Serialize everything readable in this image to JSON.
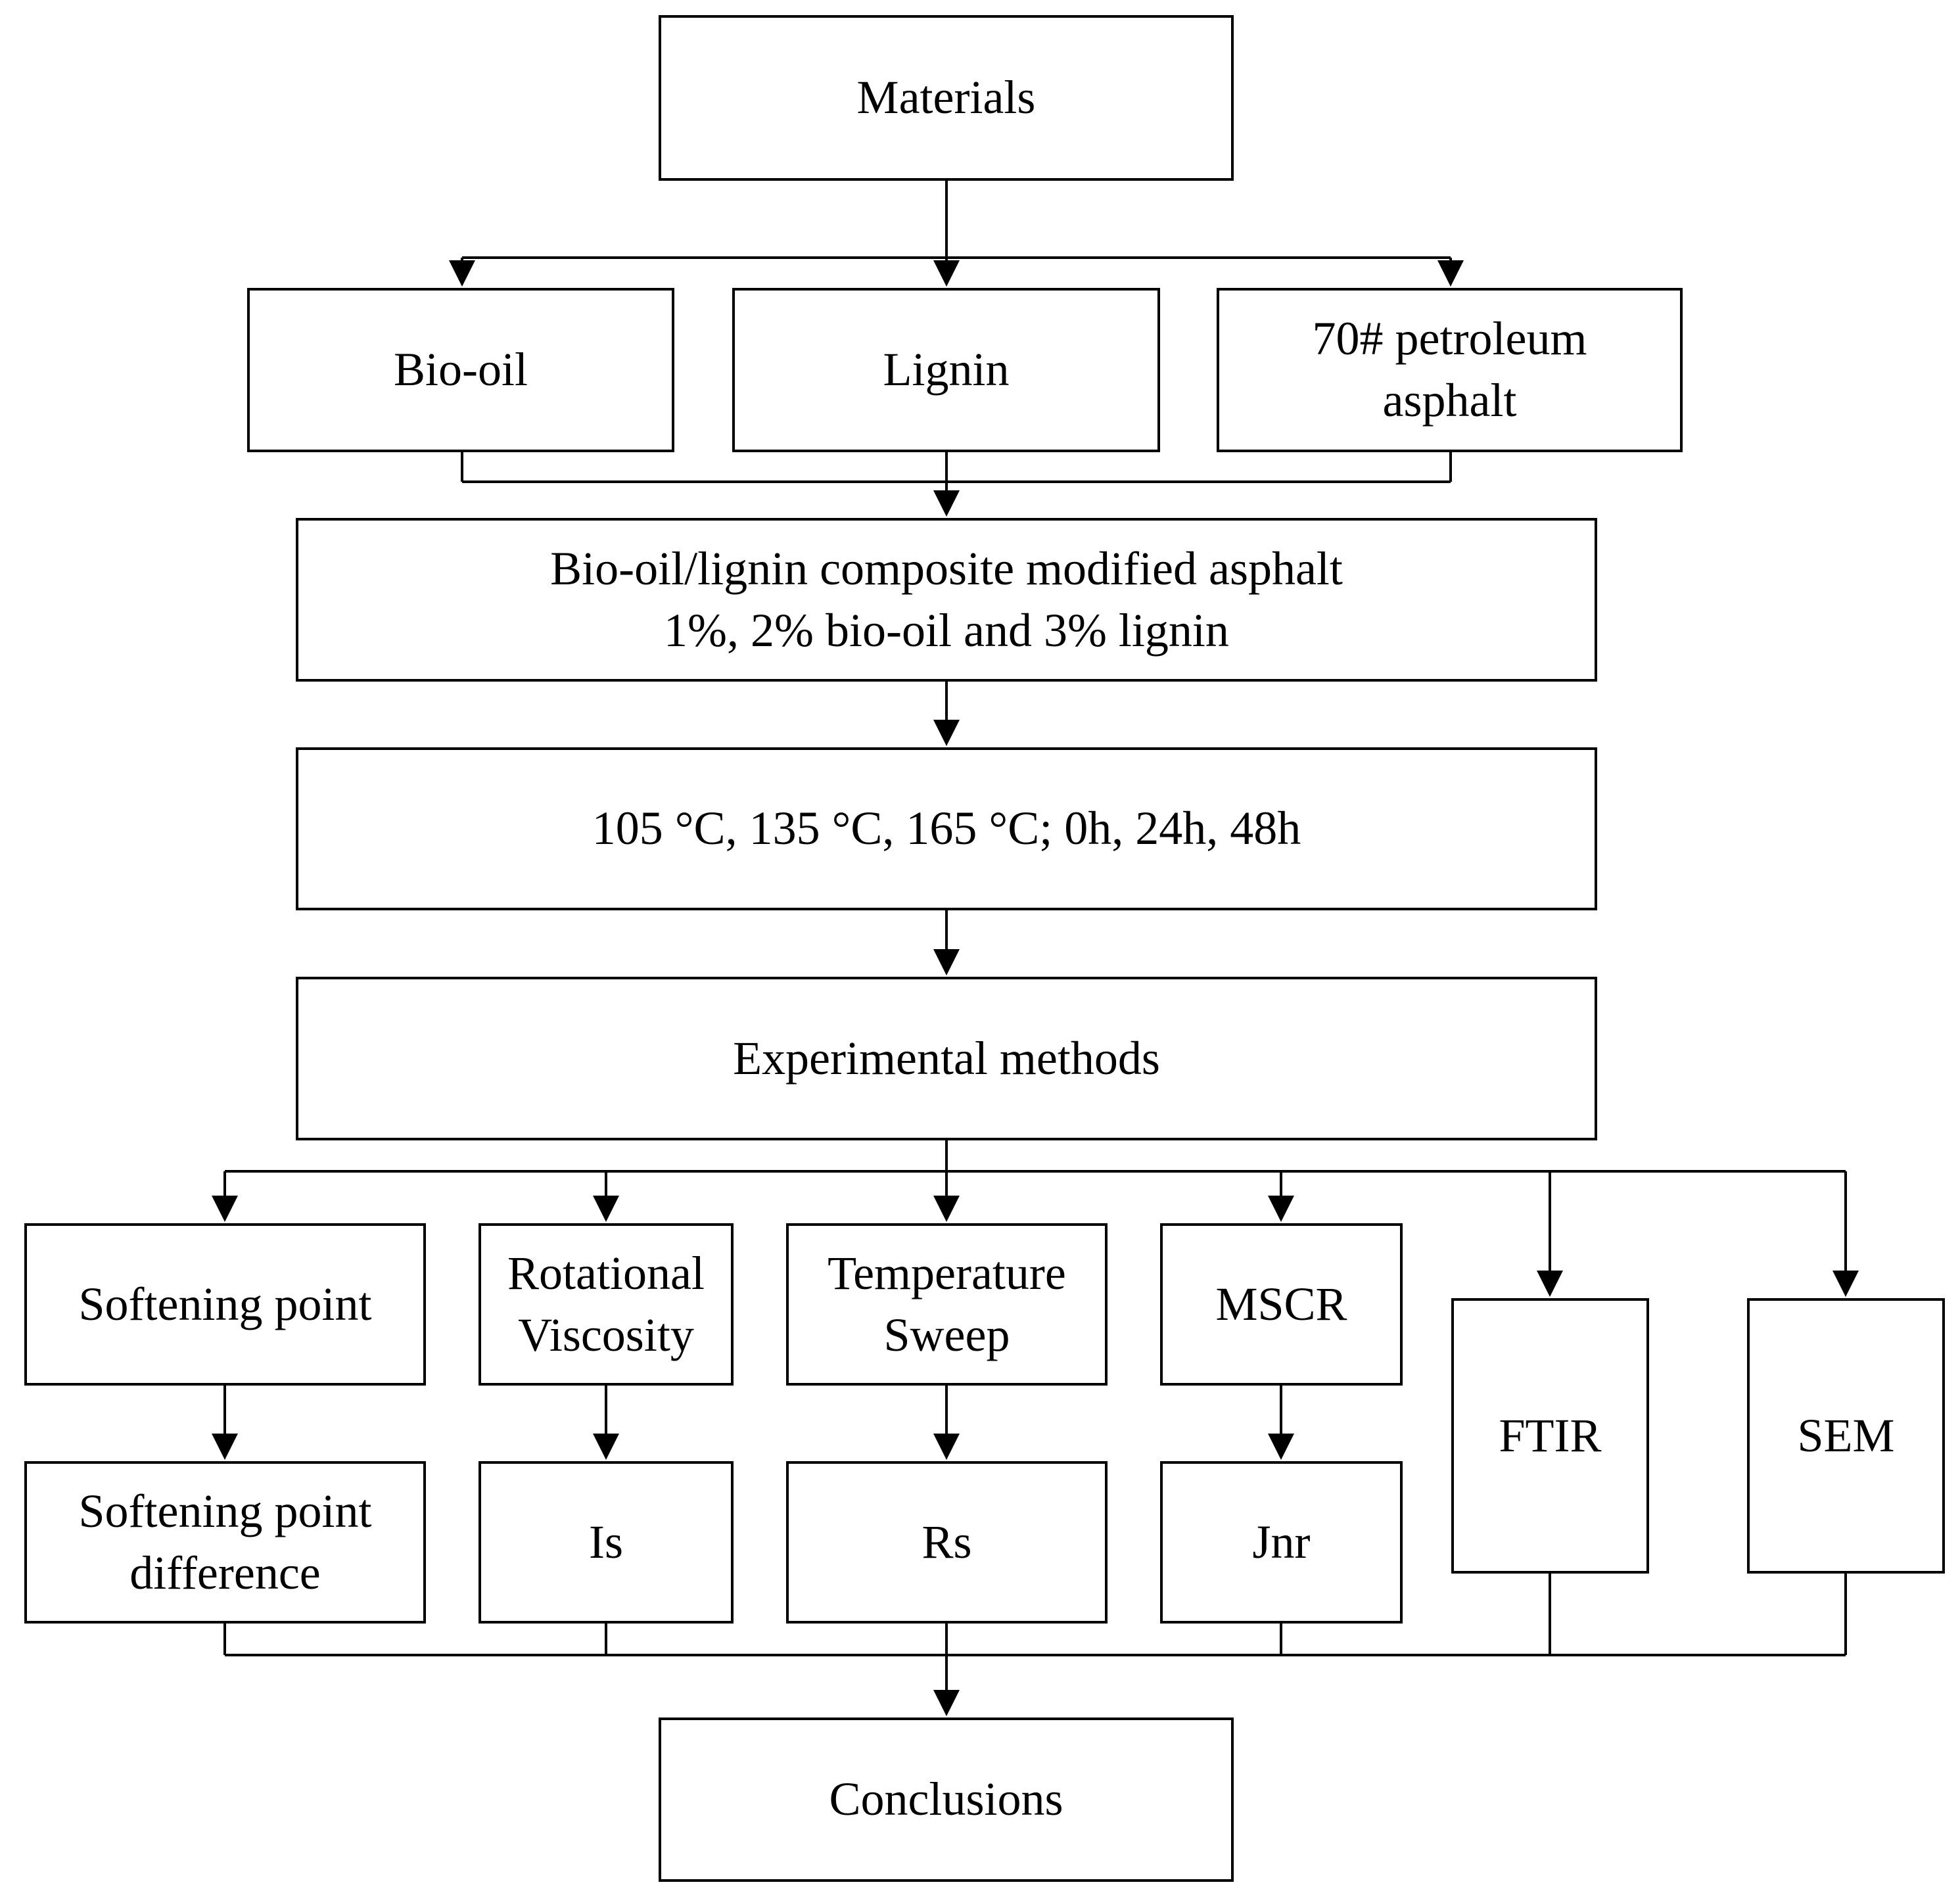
{
  "flowchart": {
    "materials": {
      "label": "Materials"
    },
    "inputs": {
      "bio_oil": "Bio-oil",
      "lignin": "Lignin",
      "asphalt": [
        "70# petroleum",
        "asphalt"
      ]
    },
    "composite": {
      "line1": "Bio-oil/lignin composite modified asphalt",
      "line2": "1%, 2% bio-oil and 3% lignin"
    },
    "conditions": {
      "label": "105 °C, 135 °C, 165 °C; 0h, 24h, 48h"
    },
    "methods": {
      "label": "Experimental methods"
    },
    "tests": {
      "softening_point": "Softening point",
      "rotational_viscosity": [
        "Rotational",
        "Viscosity"
      ],
      "temperature_sweep": [
        "Temperature",
        "Sweep"
      ],
      "mscr": "MSCR",
      "ftir": "FTIR",
      "sem": "SEM"
    },
    "indices": {
      "softening_point_difference": [
        "Softening point",
        "difference"
      ],
      "is": "Is",
      "rs": "Rs",
      "jnr": "Jnr"
    },
    "conclusions": {
      "label": "Conclusions"
    }
  }
}
